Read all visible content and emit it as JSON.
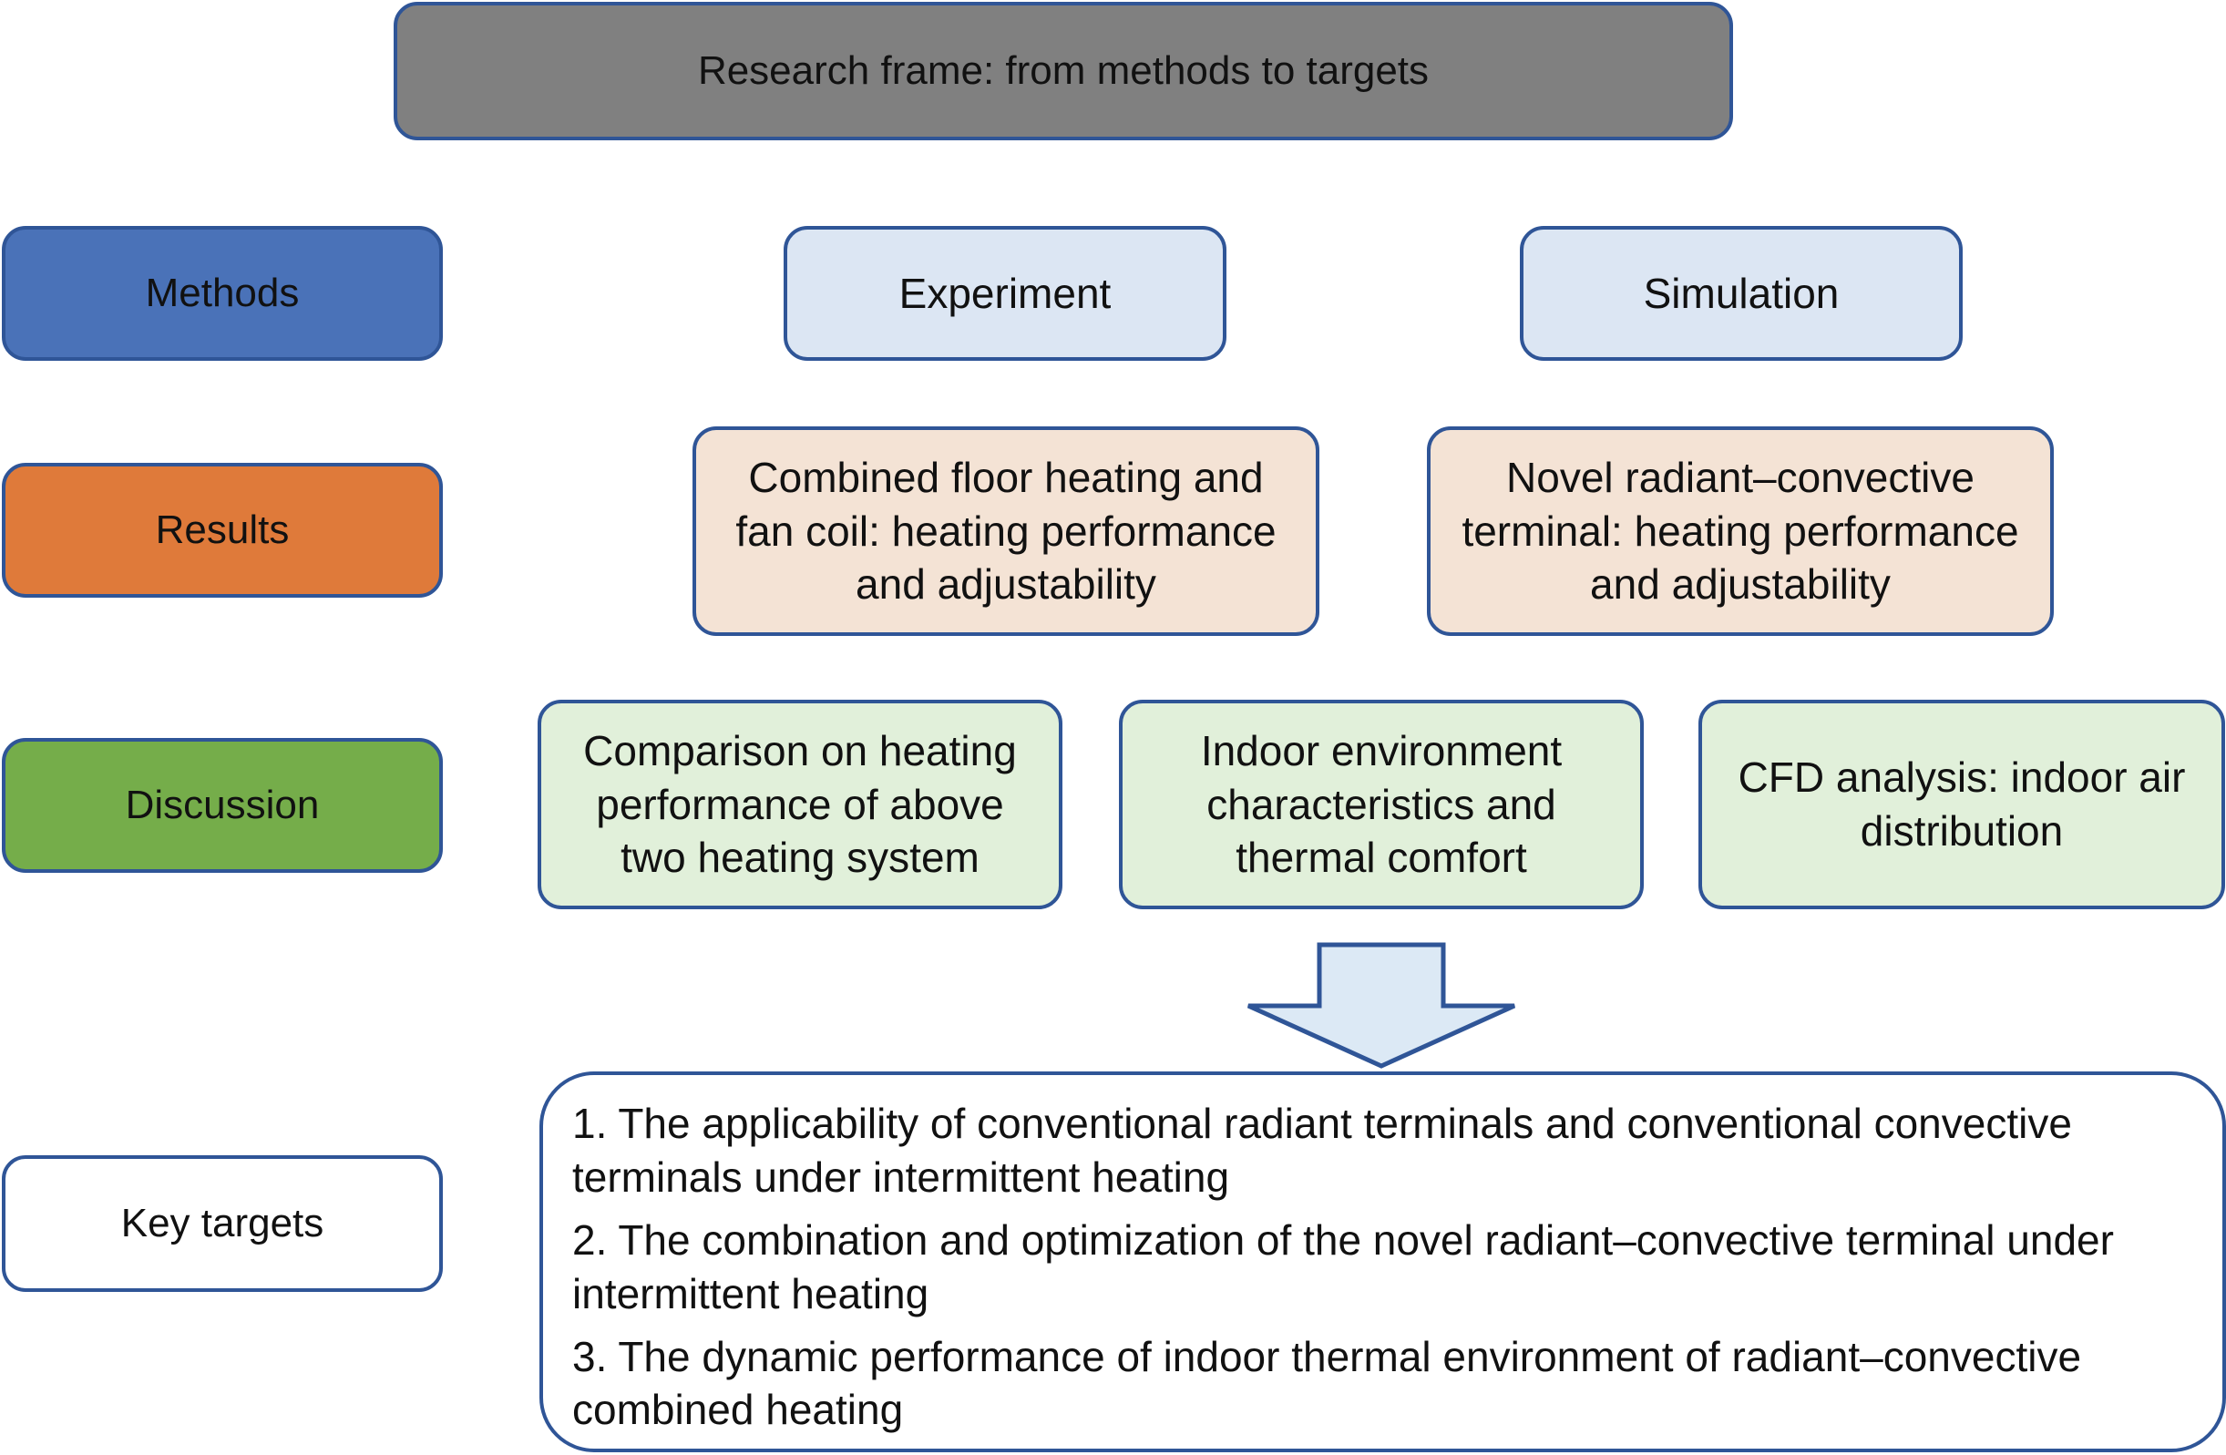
{
  "title": "Research frame: from methods to targets",
  "rows": {
    "methods": {
      "label": "Methods",
      "items": [
        "Experiment",
        "Simulation"
      ]
    },
    "results": {
      "label": "Results",
      "items": [
        "Combined floor heating and fan coil: heating performance and adjustability",
        "Novel radiant–convective terminal: heating performance and adjustability"
      ]
    },
    "discussion": {
      "label": "Discussion",
      "items": [
        "Comparison on heating performance of above two heating system",
        "Indoor environment characteristics and thermal comfort",
        "CFD analysis: indoor air distribution"
      ]
    },
    "key_targets": {
      "label": "Key targets",
      "items": [
        "1. The applicability of conventional radiant terminals and conventional convective terminals under intermittent heating",
        "2. The combination and optimization of the novel radiant–convective terminal under intermittent heating",
        "3. The dynamic performance of indoor thermal environment of radiant–convective combined heating"
      ]
    }
  },
  "colors": {
    "border": "#2f5597",
    "title_fill": "#808080",
    "methods_fill": "#4a72b8",
    "results_fill": "#df7a3a",
    "discussion_fill": "#75ad4a",
    "methods_item_fill": "#dce6f3",
    "results_item_fill": "#f4e3d5",
    "discussion_item_fill": "#e1f0da",
    "arrow_fill": "#dce9f5"
  },
  "arrow_icon": "down-arrow-icon"
}
